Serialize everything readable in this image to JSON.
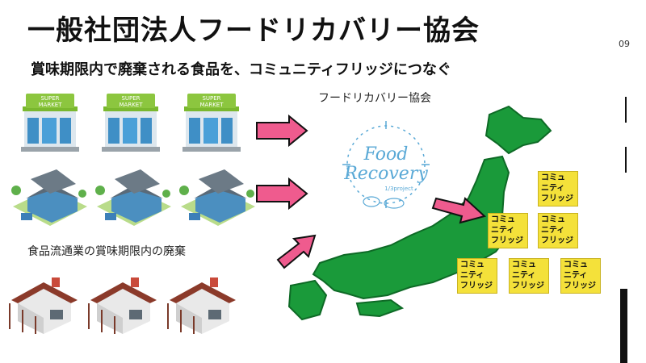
{
  "header": {
    "title": "一般社団法人フードリカバリー協会",
    "subtitle": "賞味期限内で廃棄される食品を、コミュニティフリッジにつなぐ",
    "page_number": "09"
  },
  "stores": {
    "sign_line1": "SUPER",
    "sign_line2": "MARKET"
  },
  "distribution_caption": "食品流通業の賞味期限内の廃棄",
  "organization": {
    "label": "フードリカバリー協会",
    "logo_line1": "Food",
    "logo_line2": "Recovery",
    "logo_line3": "1/3project"
  },
  "fridge_label": {
    "line1": "コミュ",
    "line2": "ニティ",
    "line3": "フリッジ"
  },
  "colors": {
    "japan_green": "#1a9a3a",
    "arrow_pink": "#ef5b8e",
    "fridge_yellow": "#f4e13a",
    "logo_blue": "#5aa9d6"
  }
}
